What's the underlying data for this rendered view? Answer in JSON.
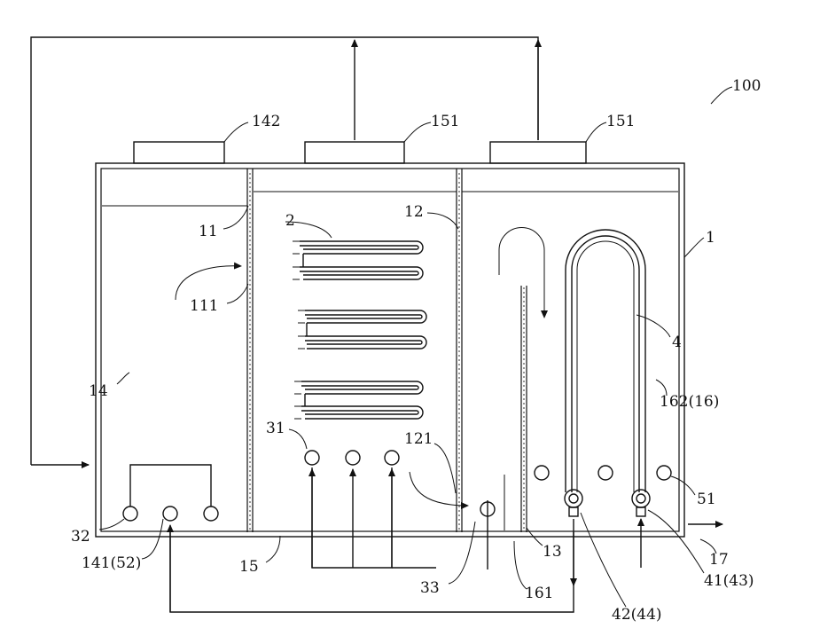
{
  "labels": {
    "l100": "100",
    "l142": "142",
    "l151a": "151",
    "l151b": "151",
    "l1": "1",
    "l2": "2",
    "l11": "11",
    "l111": "111",
    "l12": "12",
    "l14": "14",
    "l4": "4",
    "l162_16": "162(16)",
    "l31": "31",
    "l121": "121",
    "l51": "51",
    "l32": "32",
    "l141_52": "141(52)",
    "l15": "15",
    "l33": "33",
    "l161": "161",
    "l13": "13",
    "l17": "17",
    "l41_43": "41(43)",
    "l42_44": "42(44)"
  }
}
